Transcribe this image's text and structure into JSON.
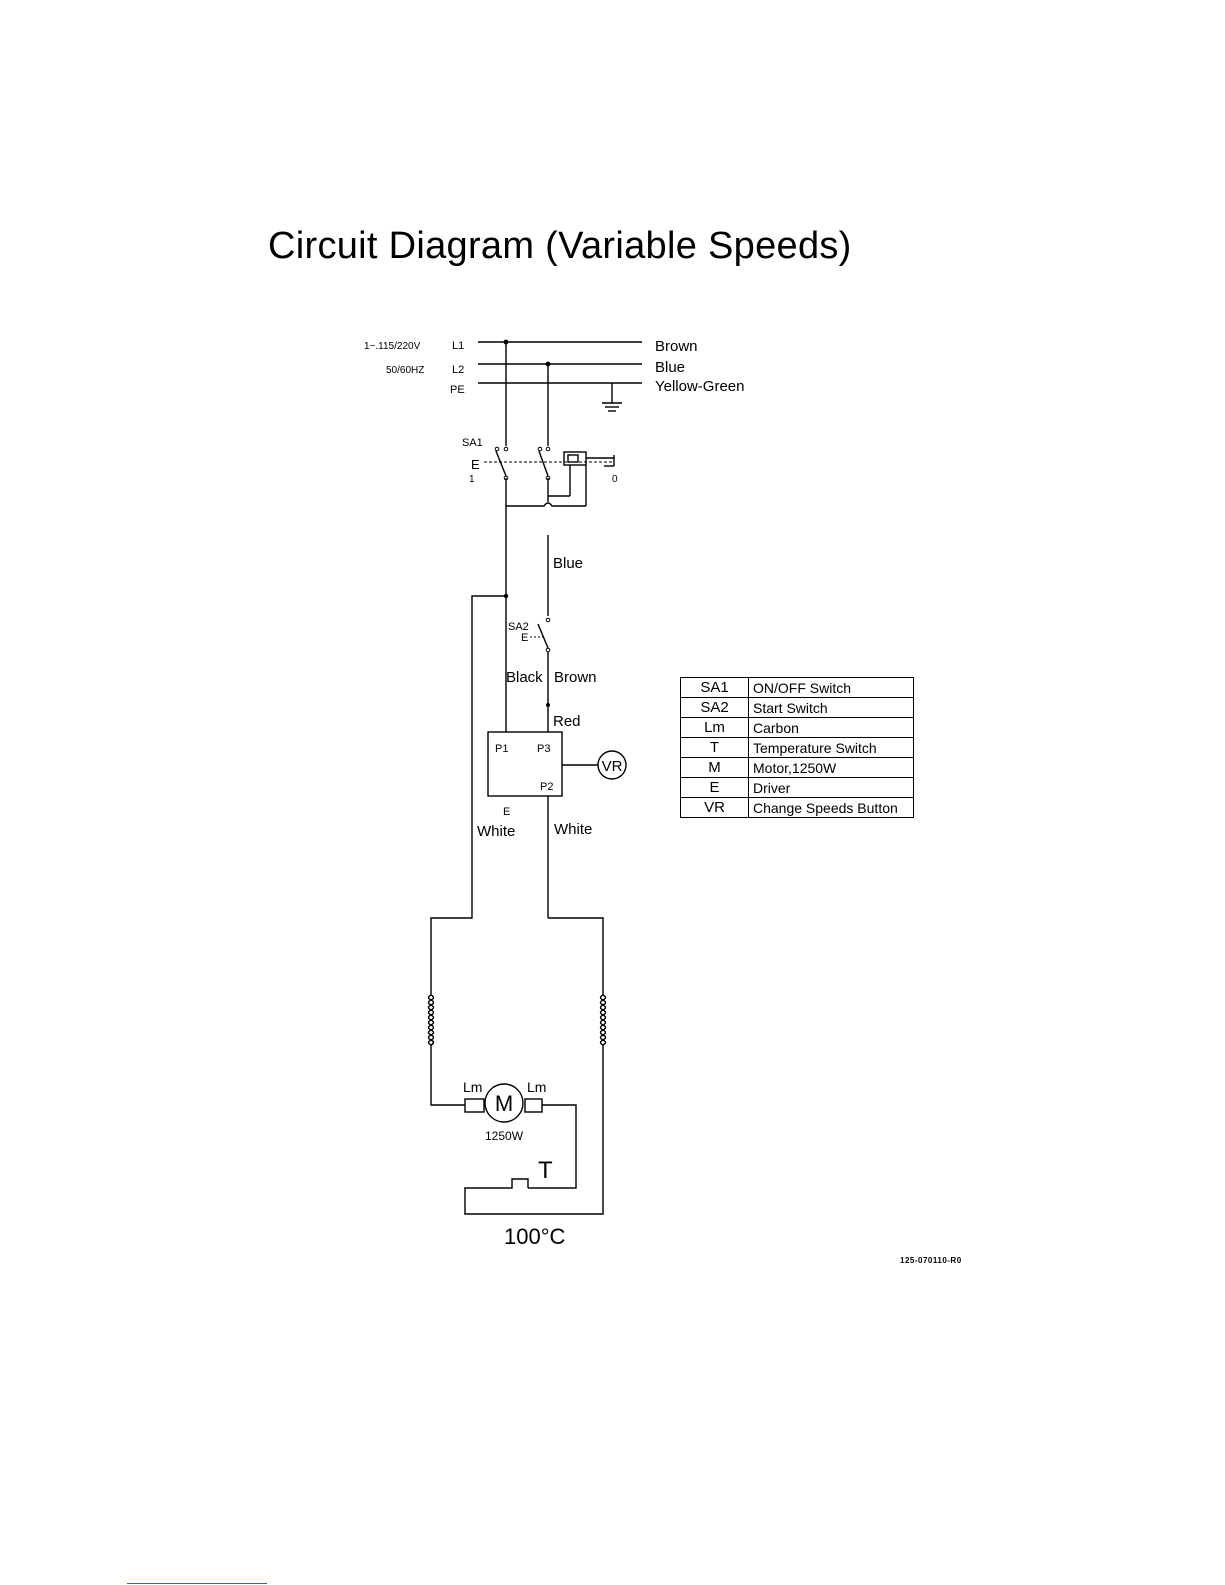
{
  "title": "Circuit Diagram (Variable Speeds)",
  "supply": {
    "voltage": "1~.115/220V",
    "frequency": "50/60HZ",
    "l1": "L1",
    "l2": "L2",
    "pe": "PE"
  },
  "wire_colors": {
    "l1": "Brown",
    "l2": "Blue",
    "pe": "Yellow-Green",
    "sa1_to_sa2": "Blue",
    "left_from_sa2": "Black",
    "right_from_sa2": "Brown",
    "to_p3": "Red",
    "left_to_motor": "White",
    "right_to_motor": "White"
  },
  "sa1": {
    "label": "SA1",
    "e": "E",
    "pos_on": "1",
    "pos_off": "0"
  },
  "sa2": {
    "label": "SA2",
    "e": "E"
  },
  "driver": {
    "p1": "P1",
    "p2": "P2",
    "p3": "P3",
    "label": "E",
    "vr": "VR"
  },
  "motor": {
    "symbol": "M",
    "lm_left": "Lm",
    "lm_right": "Lm",
    "power": "1250W"
  },
  "thermal": {
    "label": "T",
    "temp": "100°C"
  },
  "legend": [
    {
      "code": "SA1",
      "desc": "ON/OFF Switch"
    },
    {
      "code": "SA2",
      "desc": "Start Switch"
    },
    {
      "code": "Lm",
      "desc": "Carbon"
    },
    {
      "code": "T",
      "desc": "Temperature Switch"
    },
    {
      "code": "M",
      "desc": "Motor,1250W"
    },
    {
      "code": "E",
      "desc": "Driver"
    },
    {
      "code": "VR",
      "desc": "Change Speeds Button"
    }
  ],
  "doc_id": "125-070110-R0"
}
